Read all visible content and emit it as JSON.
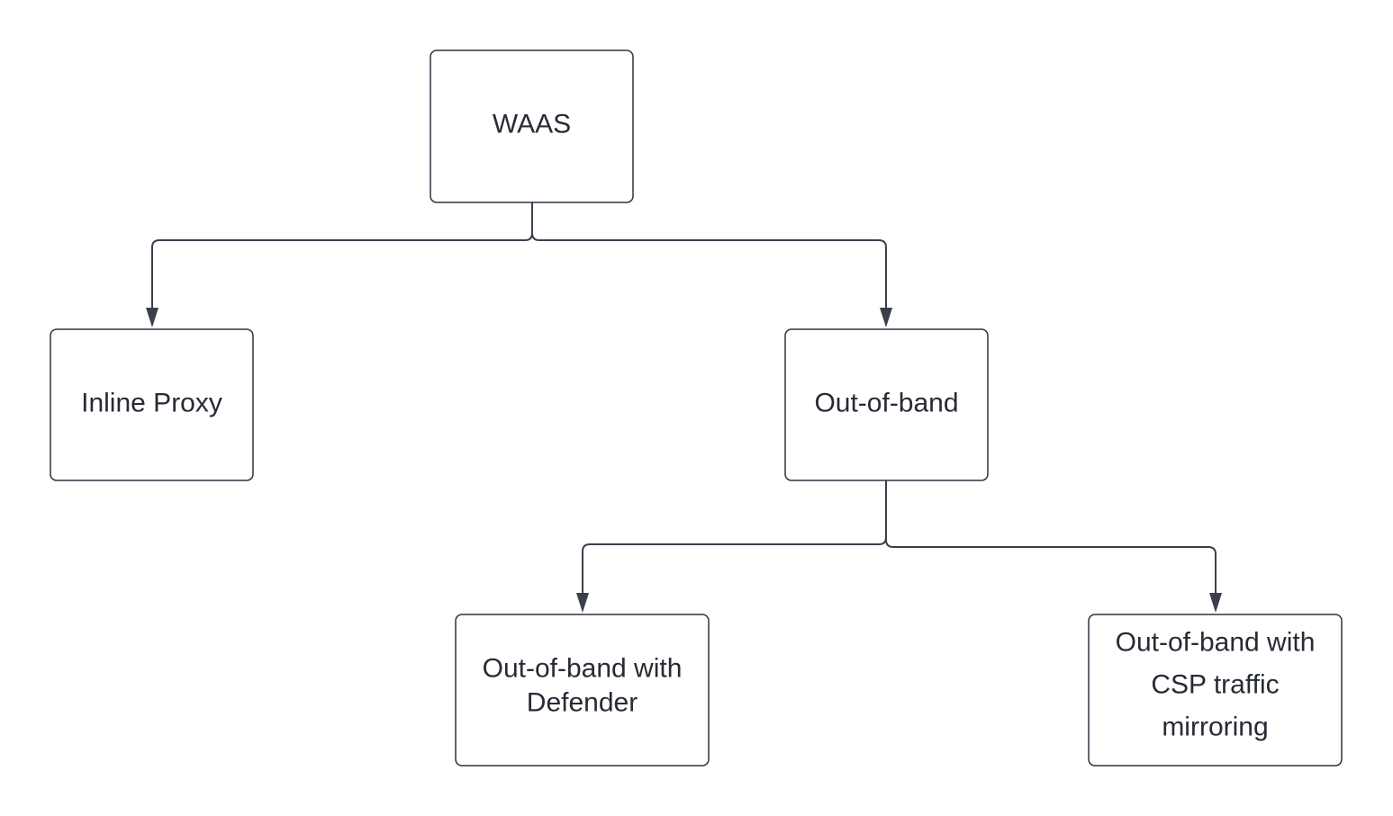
{
  "colors": {
    "background": "#ffffff",
    "node_border": "#2d3340",
    "node_text": "#272b35",
    "edge": "#3a404c"
  },
  "nodes": [
    {
      "id": "waas",
      "lines": [
        "WAAS"
      ]
    },
    {
      "id": "inline-proxy",
      "lines": [
        "Inline Proxy"
      ]
    },
    {
      "id": "out-of-band",
      "lines": [
        "Out-of-band"
      ]
    },
    {
      "id": "oob-defender",
      "lines": [
        "Out-of-band with",
        "Defender"
      ]
    },
    {
      "id": "oob-csp",
      "lines": [
        "Out-of-band with",
        "CSP traffic",
        "mirroring"
      ]
    }
  ],
  "edges": [
    {
      "from": "waas",
      "to": "inline-proxy"
    },
    {
      "from": "waas",
      "to": "out-of-band"
    },
    {
      "from": "out-of-band",
      "to": "oob-defender"
    },
    {
      "from": "out-of-band",
      "to": "oob-csp"
    }
  ]
}
